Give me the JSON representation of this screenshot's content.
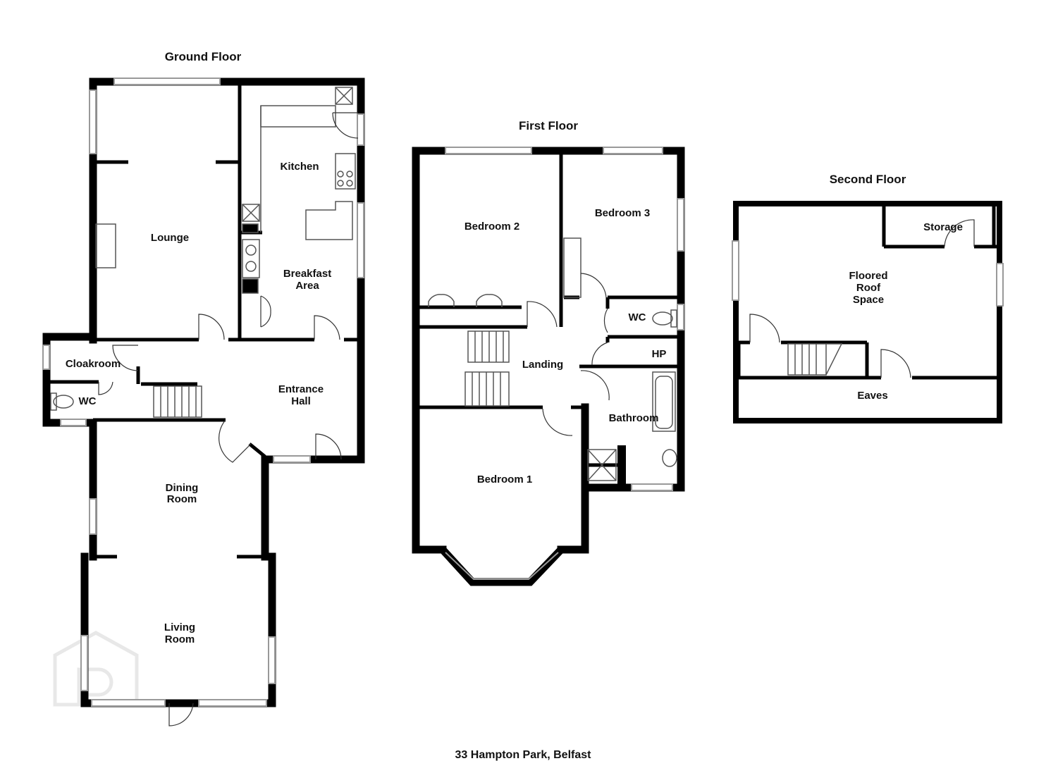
{
  "colors": {
    "wall": "#000000",
    "window": "#9a9a9a",
    "fixture": "#555555",
    "watermark": "#e6e6e6"
  },
  "floors": {
    "ground": {
      "title": "Ground Floor",
      "rooms": {
        "lounge": "Lounge",
        "kitchen": "Kitchen",
        "breakfast_1": "Breakfast",
        "breakfast_2": "Area",
        "cloakroom": "Cloakroom",
        "wc": "WC",
        "entrance_1": "Entrance",
        "entrance_2": "Hall",
        "dining_1": "Dining",
        "dining_2": "Room",
        "living_1": "Living",
        "living_2": "Room"
      }
    },
    "first": {
      "title": "First Floor",
      "rooms": {
        "bedroom2": "Bedroom 2",
        "bedroom3": "Bedroom 3",
        "wc": "WC",
        "hp": "HP",
        "landing": "Landing",
        "bathroom": "Bathroom",
        "bedroom1": "Bedroom 1"
      }
    },
    "second": {
      "title": "Second Floor",
      "rooms": {
        "storage": "Storage",
        "floored_1": "Floored",
        "floored_2": "Roof",
        "floored_3": "Space",
        "eaves": "Eaves"
      }
    }
  },
  "address": "33 Hampton Park, Belfast",
  "watermark_icon": "p-logo-icon"
}
